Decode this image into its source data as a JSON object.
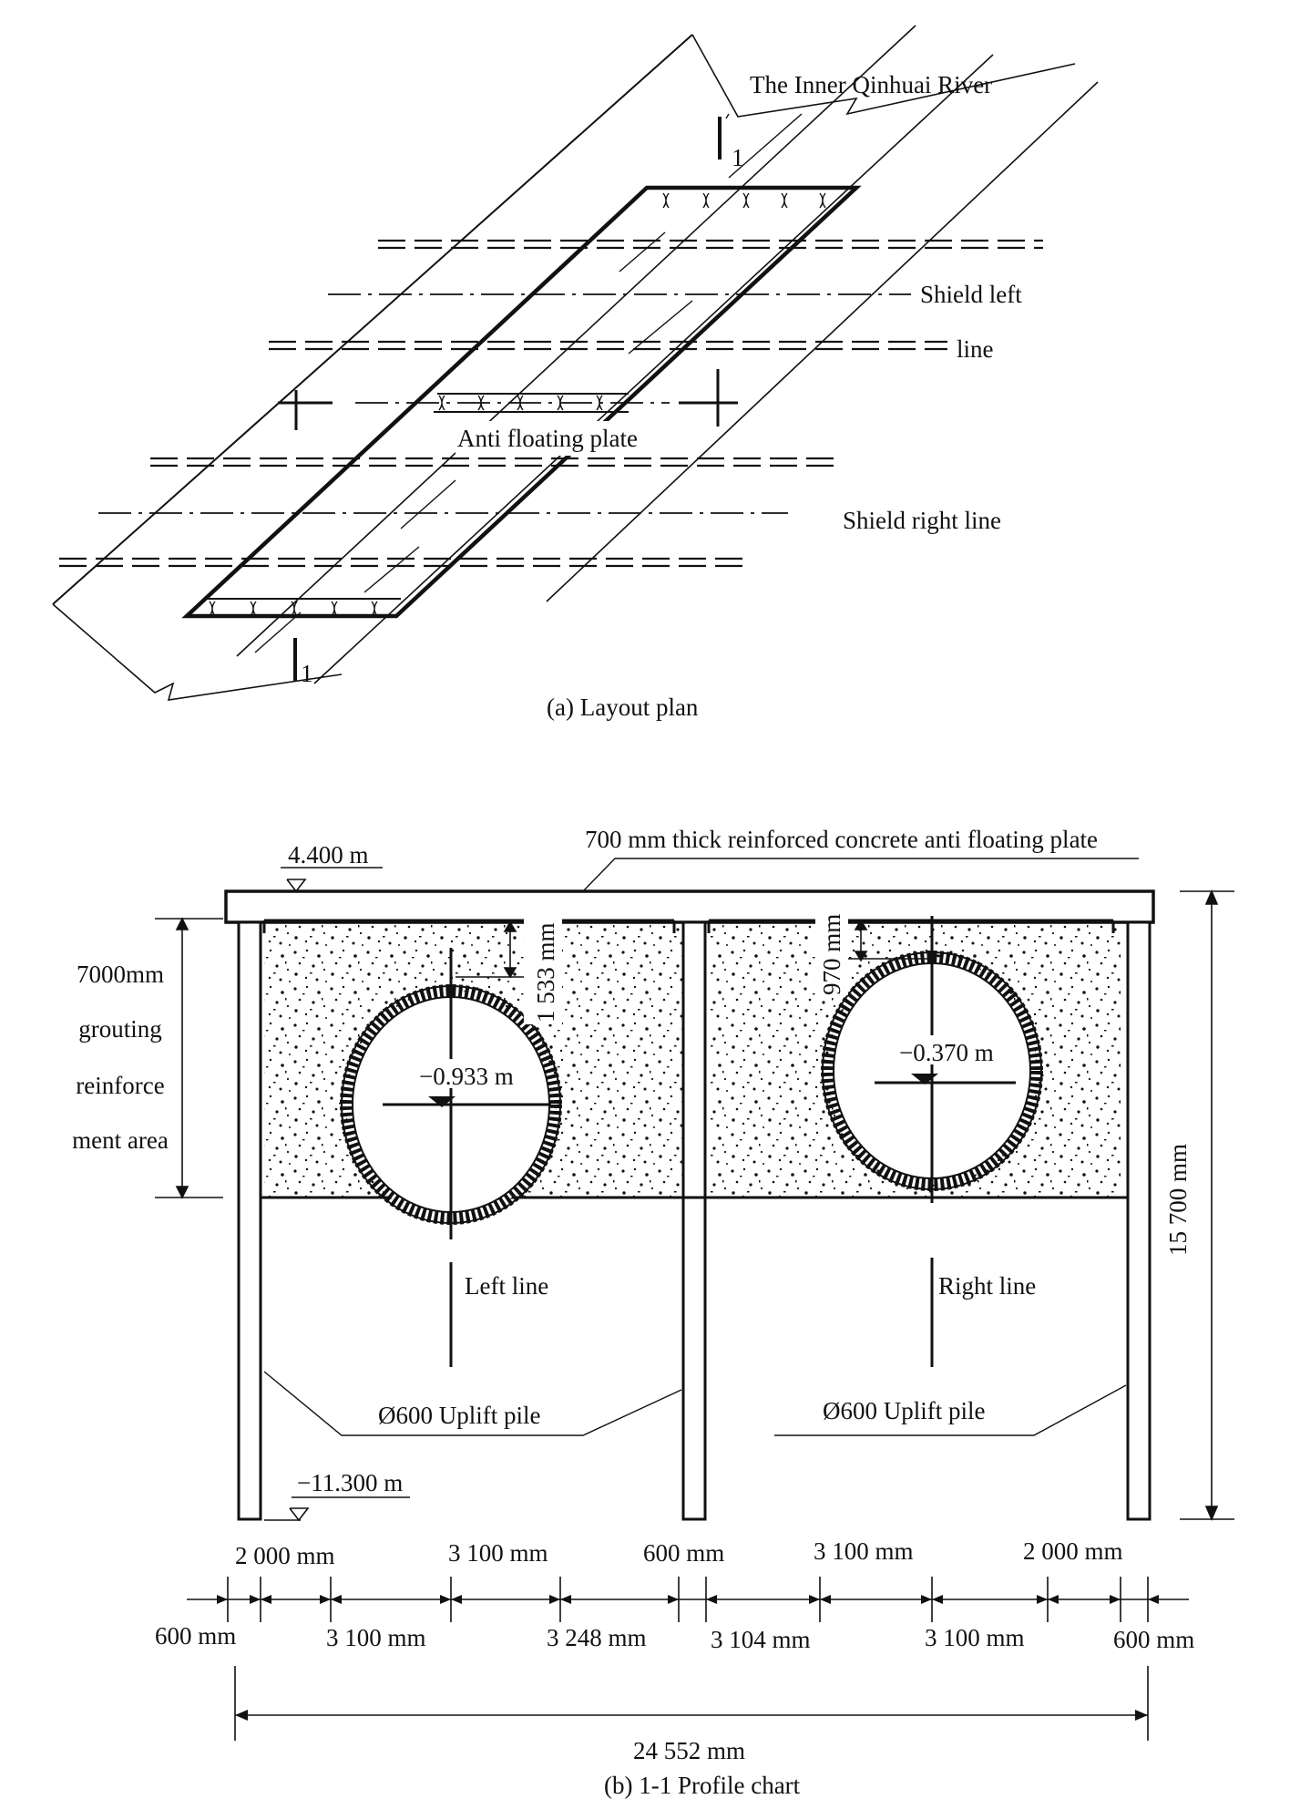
{
  "plan": {
    "river_label": "The Inner Qinhuai River",
    "section_mark": "1",
    "shield_left": [
      "Shield left",
      "line"
    ],
    "anti_floating_plate": "Anti floating plate",
    "shield_right": "Shield right line",
    "caption": "(a)  Layout plan"
  },
  "profile": {
    "plate_label": "700 mm thick reinforced concrete anti floating plate",
    "top_elevation": "4.400 m",
    "bottom_elevation": "−11.300 m",
    "grouting_area": [
      "7000mm",
      "grouting",
      "reinforce",
      "ment area"
    ],
    "left_tunnel_depth": "1 533 mm",
    "right_tunnel_depth": "970 mm",
    "left_center_elevation": "−0.933 m",
    "right_center_elevation": "−0.370 m",
    "left_line": "Left line",
    "right_line": "Right line",
    "pile_label": "Ø600 Uplift pile",
    "total_height": "15 700 mm",
    "dims_top": [
      "2 000 mm",
      "3 100 mm",
      "600 mm",
      "3 100 mm",
      "2 000 mm"
    ],
    "dims_bottom": [
      "600 mm",
      "3 100 mm",
      "3 248 mm",
      "3 104 mm",
      "3 100 mm",
      "600 mm"
    ],
    "total_width": "24 552 mm",
    "caption": "(b) 1-1 Profile chart"
  }
}
